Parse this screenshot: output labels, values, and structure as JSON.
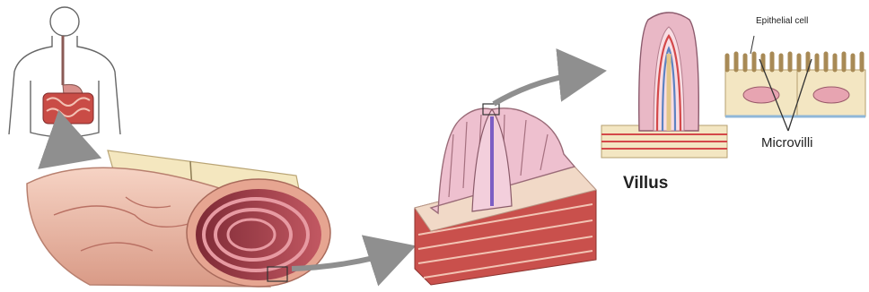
{
  "labels": {
    "villus": "Villus",
    "epithelial_cell": "Epithelial cell",
    "microvilli": "Microvilli"
  },
  "colors": {
    "intestine_flesh": "#eeb9a5",
    "intestine_dark": "#c98a78",
    "lumen_red": "#b54c52",
    "villus_pink": "#e9b8c6",
    "cell_yellow": "#f3e6c2",
    "nucleus_pink": "#e7a4b1",
    "arrow_grey": "#8f8f8f"
  }
}
